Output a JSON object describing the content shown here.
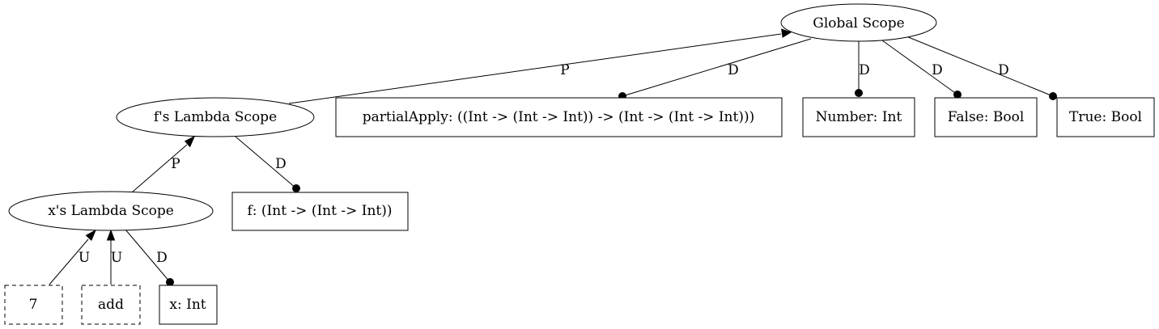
{
  "nodes": {
    "global_scope": "Global Scope",
    "f_lambda_scope": "f's Lambda Scope",
    "x_lambda_scope": "x's Lambda Scope",
    "partial_apply": "partialApply: ((Int -> (Int -> Int)) -> (Int -> (Int -> Int)))",
    "number_decl": "Number: Int",
    "false_decl": "False: Bool",
    "true_decl": "True: Bool",
    "f_decl": "f: (Int -> (Int -> Int))",
    "x_decl": "x: Int",
    "ref_7": "7",
    "ref_add": "add"
  },
  "edges": {
    "f_to_global": "P",
    "global_partial_apply": "D",
    "global_number": "D",
    "global_false": "D",
    "global_true": "D",
    "x_to_f": "P",
    "f_decl_edge": "D",
    "ref_7_use": "U",
    "ref_add_use": "U",
    "x_decl_edge": "D"
  }
}
